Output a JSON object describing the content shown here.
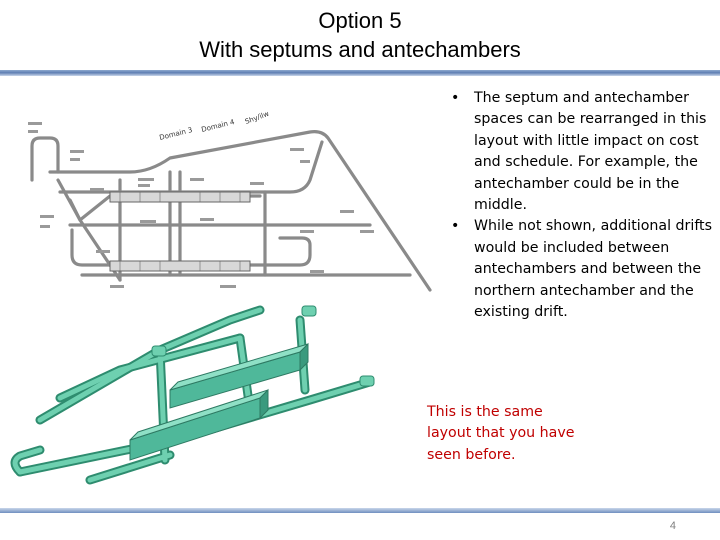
{
  "slide": {
    "title_line1": "Option 5",
    "title_line2": "With septums and antechambers",
    "plan_labels": {
      "domain3": "Domain 3",
      "domain4": "Domain 4",
      "shyshaft": "Shy/ilw"
    },
    "bullets": [
      "The septum and antechamber spaces can be rearranged in this layout with little impact on cost and schedule.  For example, the antechamber could be in the middle.",
      "While not shown, additional drifts would be included between antechambers and between the northern antechamber and the existing drift."
    ],
    "note": "This is the same layout that you have seen before.",
    "page_number": "4"
  },
  "colors": {
    "title_rule": "#5f7fb3",
    "note_text": "#c00000",
    "tunnel_model": "#4fb89a",
    "plan_lines": "#7a7a7a"
  }
}
